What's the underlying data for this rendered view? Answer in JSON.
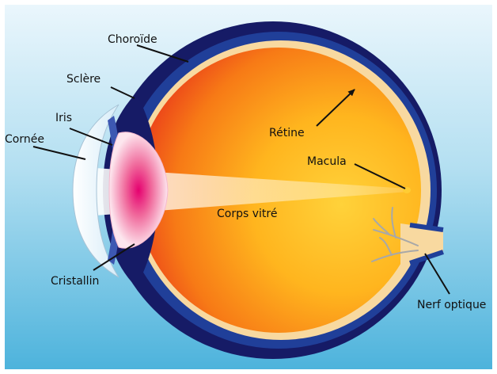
{
  "labels": {
    "choroide": "Choroïde",
    "sclere": "Sclère",
    "iris": "Iris",
    "cornee": "Cornée",
    "cristallin": "Cristallin",
    "retine": "Rétine",
    "macula": "Macula",
    "corps_vitre": "Corps vitré",
    "nerf_optique": "Nerf optique"
  },
  "colors": {
    "background_top": "#e6f4fb",
    "background_bottom": "#52b6dd",
    "sclera": "#141a63",
    "choroid": "#1f3f98",
    "retina": "#f7d79a",
    "vitreous_center": "#ffcc33",
    "vitreous_edge": "#ea3d1c",
    "lens_center": "#e4006d",
    "blood_vessels": "#a9a9a9"
  }
}
